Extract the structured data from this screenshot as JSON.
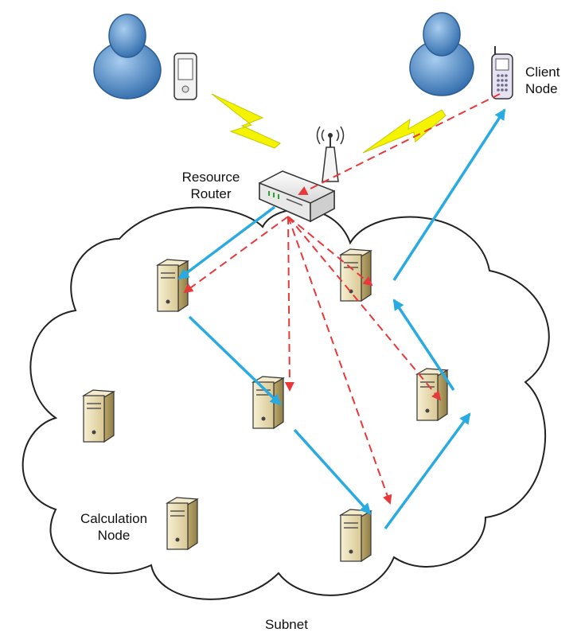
{
  "labels": {
    "client_node": [
      "Client",
      "Node"
    ],
    "resource_router": [
      "Resource",
      "Router"
    ],
    "calculation_node": [
      "Calculation",
      "Node"
    ],
    "subnet": "Subnet"
  },
  "colors": {
    "request_arrow": "#e8383a",
    "data_arrow": "#29abe2",
    "cloud_stroke": "#222222",
    "person_body": "#4f8bc9",
    "server_body": "#e8ddb5",
    "lightning": "#f4f300"
  },
  "icons": [
    "person-icon",
    "pda-icon",
    "mobile-phone-icon",
    "lightning-icon",
    "antenna-icon",
    "router-icon",
    "server-icon"
  ]
}
